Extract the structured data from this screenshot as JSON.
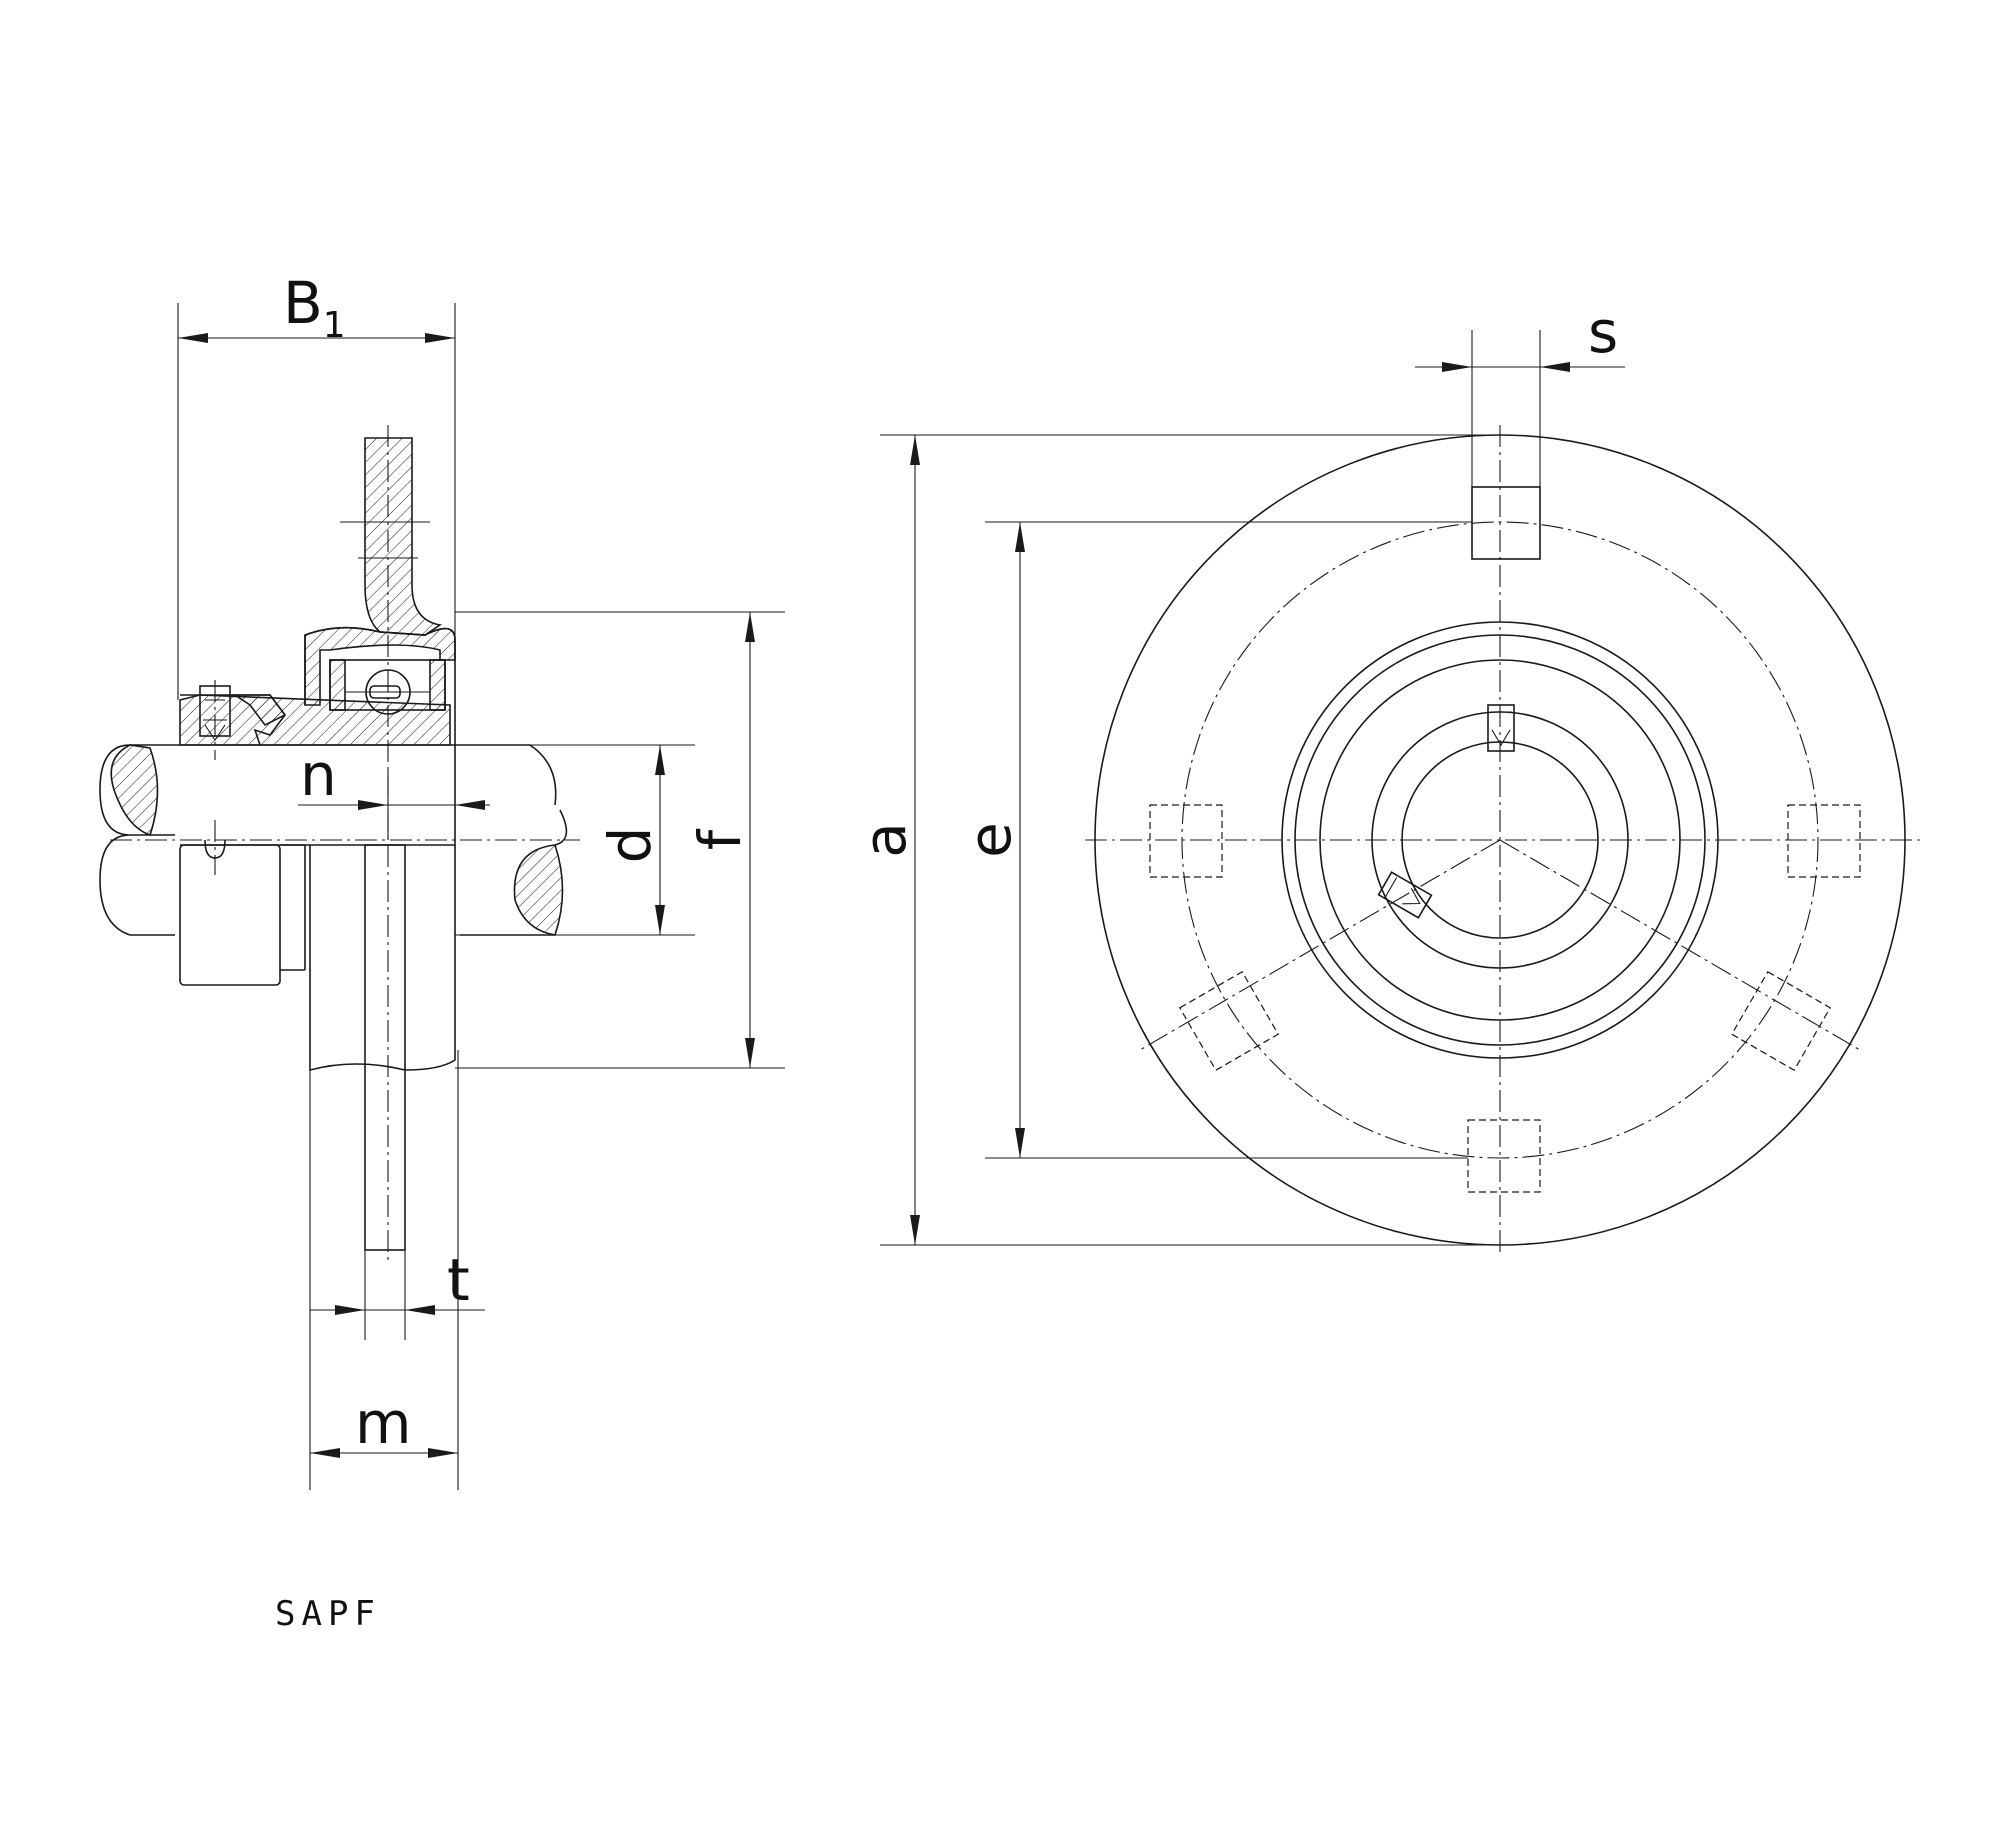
{
  "labels": {
    "b1_main": "B",
    "b1_sub": "1",
    "s": "s",
    "n": "n",
    "d": "d",
    "f": "f",
    "a": "a",
    "e": "e",
    "t": "t",
    "m": "m"
  },
  "caption": "SAPF"
}
